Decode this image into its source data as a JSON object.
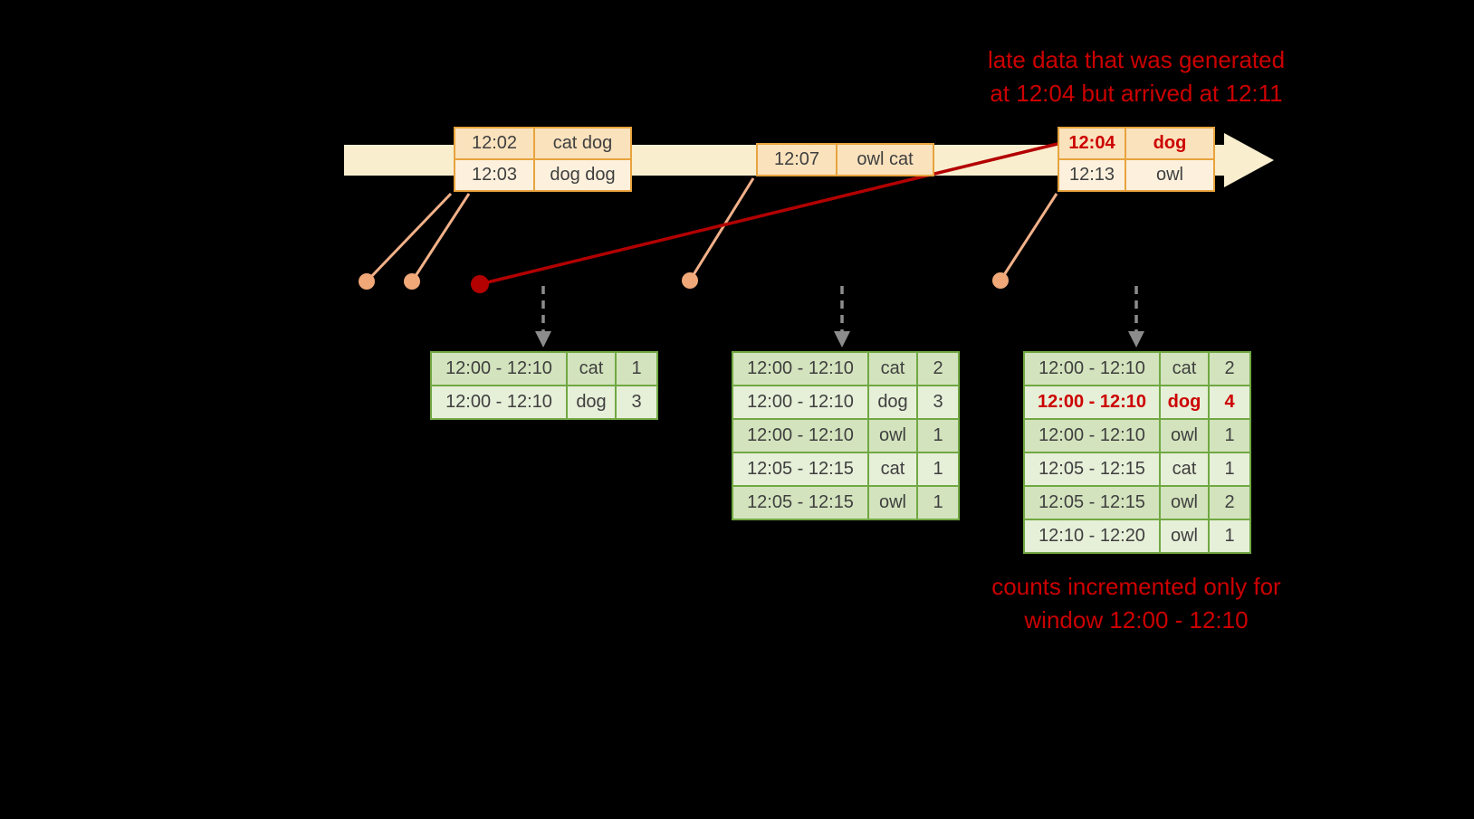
{
  "colors": {
    "background": "#000000",
    "timeline-fill": "#f9efcf",
    "event-border": "#e8a33d",
    "event-fill-a": "#fae2bd",
    "event-fill-b": "#fdf1dd",
    "result-border": "#70a843",
    "result-fill-a": "#d3e3bd",
    "result-fill-b": "#e6efd8",
    "leader": "#f2b189",
    "dot": "#f0a878",
    "late-line": "#b30000",
    "arrow-gray": "#8c8c8c",
    "note-red": "#cc0000",
    "text-dark": "#3f3f3f"
  },
  "notes": {
    "late_line1": "late data that was generated",
    "late_line2": "at 12:04 but arrived at 12:11",
    "counts_line1": "counts incremented only for",
    "counts_line2": "window 12:00 - 12:10"
  },
  "timeline": {
    "events": [
      {
        "rows": [
          {
            "time": "12:02",
            "words": "cat dog"
          },
          {
            "time": "12:03",
            "words": "dog dog"
          }
        ]
      },
      {
        "rows": [
          {
            "time": "12:07",
            "words": "owl cat"
          }
        ]
      },
      {
        "rows": [
          {
            "time": "12:04",
            "words": "dog"
          },
          {
            "time": "12:13",
            "words": "owl"
          }
        ]
      }
    ]
  },
  "result_tables": [
    {
      "rows": [
        {
          "window": "12:00 - 12:10",
          "word": "cat",
          "count": "1"
        },
        {
          "window": "12:00 - 12:10",
          "word": "dog",
          "count": "3"
        }
      ]
    },
    {
      "rows": [
        {
          "window": "12:00 - 12:10",
          "word": "cat",
          "count": "2"
        },
        {
          "window": "12:00 - 12:10",
          "word": "dog",
          "count": "3"
        },
        {
          "window": "12:00 - 12:10",
          "word": "owl",
          "count": "1"
        },
        {
          "window": "12:05 - 12:15",
          "word": "cat",
          "count": "1"
        },
        {
          "window": "12:05 - 12:15",
          "word": "owl",
          "count": "1"
        }
      ]
    },
    {
      "rows": [
        {
          "window": "12:00 - 12:10",
          "word": "cat",
          "count": "2"
        },
        {
          "window": "12:00 - 12:10",
          "word": "dog",
          "count": "4"
        },
        {
          "window": "12:00 - 12:10",
          "word": "owl",
          "count": "1"
        },
        {
          "window": "12:05 - 12:15",
          "word": "cat",
          "count": "1"
        },
        {
          "window": "12:05 - 12:15",
          "word": "owl",
          "count": "2"
        },
        {
          "window": "12:10 - 12:20",
          "word": "owl",
          "count": "1"
        }
      ]
    }
  ]
}
